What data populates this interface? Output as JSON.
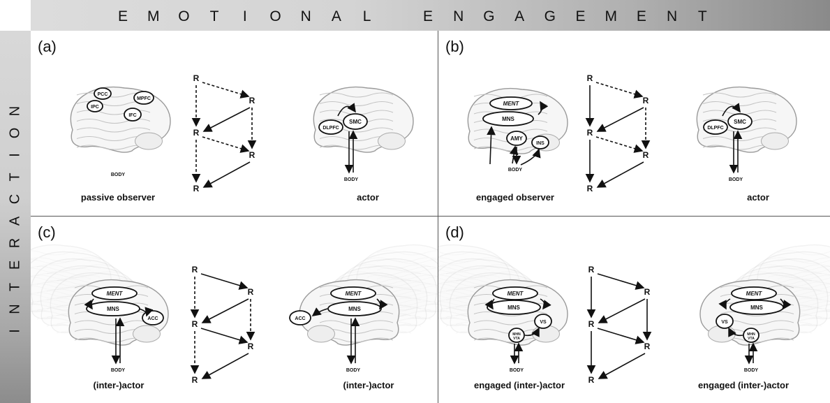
{
  "banner": {
    "top_letters": [
      "E",
      "M",
      "O",
      "T",
      "I",
      "O",
      "N",
      "A",
      "L",
      "",
      "E",
      "N",
      "G",
      "A",
      "G",
      "E",
      "M",
      "E",
      "N",
      "T"
    ],
    "side_letters": [
      "I",
      "N",
      "T",
      "E",
      "R",
      "A",
      "C",
      "T",
      "I",
      "O",
      "N"
    ]
  },
  "node_letter": "R",
  "body_label": "BODY",
  "panels": {
    "a": {
      "letter": "(a)",
      "left_label": "passive observer",
      "right_label": "actor",
      "left_regions": [
        "PCC",
        "IPC",
        "MPFC",
        "IFC"
      ],
      "right_regions": [
        "DLPFC",
        "SMC"
      ]
    },
    "b": {
      "letter": "(b)",
      "left_label": "engaged observer",
      "right_label": "actor",
      "left_regions": [
        "MENT",
        "MNS",
        "AMY",
        "INS"
      ],
      "right_regions": [
        "DLPFC",
        "SMC"
      ]
    },
    "c": {
      "letter": "(c)",
      "left_label": "(inter-)actor",
      "right_label": "(inter-)actor",
      "left_regions": [
        "MENT",
        "MNS",
        "ACC"
      ],
      "right_regions": [
        "MENT",
        "ACC",
        "MNS"
      ]
    },
    "d": {
      "letter": "(d)",
      "left_label": "engaged (inter-)actor",
      "right_label": "engaged (inter-)actor",
      "left_regions": [
        "MENT",
        "MNS",
        "VS",
        "MHN VTA"
      ],
      "right_regions": [
        "MENT",
        "MNS",
        "VS",
        "MHN VTA"
      ]
    }
  },
  "colors": {
    "banner_light": "#dcdcdc",
    "banner_dark": "#8a8a8a",
    "line": "#111111",
    "brain_outline": "#9a9a9a"
  }
}
